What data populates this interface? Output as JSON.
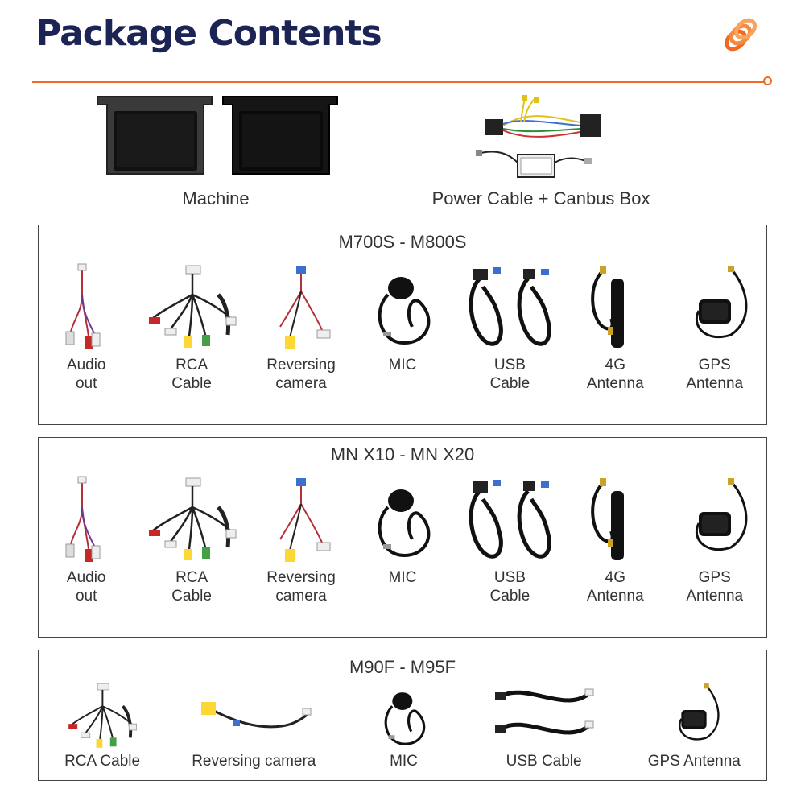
{
  "header": {
    "title": "Package Contents",
    "accent_color": "#f26a21",
    "title_color": "#1c2455",
    "logo_icon": "orange-coil-logo"
  },
  "main_items": [
    {
      "label": "Machine",
      "icon": "head-unit-frames"
    },
    {
      "label": "Power Cable + Canbus Box",
      "icon": "wiring-harness-canbus"
    }
  ],
  "sections": [
    {
      "title": "M700S - M800S",
      "items": [
        {
          "label": "Audio\nout",
          "icon": "audio-out-cable"
        },
        {
          "label": "RCA\nCable",
          "icon": "rca-cable"
        },
        {
          "label": "Reversing\ncamera",
          "icon": "reversing-camera-cable"
        },
        {
          "label": "MIC",
          "icon": "mic"
        },
        {
          "label": "USB\nCable",
          "icon": "usb-cable"
        },
        {
          "label": "4G\nAntenna",
          "icon": "4g-antenna"
        },
        {
          "label": "GPS\nAntenna",
          "icon": "gps-antenna"
        }
      ]
    },
    {
      "title": "MN X10 - MN X20",
      "items": [
        {
          "label": "Audio\nout",
          "icon": "audio-out-cable"
        },
        {
          "label": "RCA\nCable",
          "icon": "rca-cable"
        },
        {
          "label": "Reversing\ncamera",
          "icon": "reversing-camera-cable"
        },
        {
          "label": "MIC",
          "icon": "mic"
        },
        {
          "label": "USB\nCable",
          "icon": "usb-cable"
        },
        {
          "label": "4G\nAntenna",
          "icon": "4g-antenna"
        },
        {
          "label": "GPS\nAntenna",
          "icon": "gps-antenna"
        }
      ]
    },
    {
      "title": "M90F - M95F",
      "items": [
        {
          "label": "RCA Cable",
          "icon": "rca-cable"
        },
        {
          "label": "Reversing camera",
          "icon": "reversing-camera-cable"
        },
        {
          "label": "MIC",
          "icon": "mic"
        },
        {
          "label": "USB Cable",
          "icon": "usb-cable"
        },
        {
          "label": "GPS Antenna",
          "icon": "gps-antenna"
        }
      ]
    }
  ]
}
